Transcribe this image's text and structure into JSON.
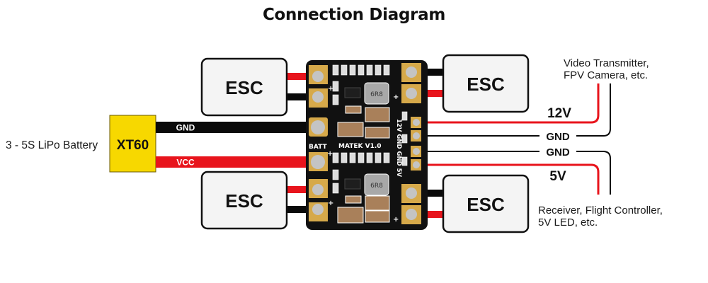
{
  "title": "Connection Diagram",
  "battery": {
    "label": "3 - 5S LiPo Battery",
    "connector": "XT60",
    "connector_color": "#f7d800",
    "wires": {
      "gnd": "GND",
      "vcc": "VCC"
    }
  },
  "board": {
    "name": "MATEK V1.0",
    "batt_label": "BATT",
    "output_pad_label": "12V GND GND 5V",
    "inductor_marking": "6R8"
  },
  "escs": [
    {
      "id": "top-left",
      "label": "ESC"
    },
    {
      "id": "bottom-left",
      "label": "ESC"
    },
    {
      "id": "top-right",
      "label": "ESC"
    },
    {
      "id": "bottom-right",
      "label": "ESC"
    }
  ],
  "outputs": {
    "v12": "12V",
    "gnd1": "GND",
    "gnd2": "GND",
    "v5": "5V"
  },
  "devices": {
    "top": [
      "Video Transmitter,",
      "FPV Camera, etc."
    ],
    "bottom": [
      "Receiver, Flight Controller,",
      "5V LED, etc."
    ]
  },
  "colors": {
    "red_wire": "#e8141c",
    "black_wire": "#0a0a0a",
    "pcb": "#111111",
    "pad_gold": "#d6a94a",
    "esc_fill": "#f4f4f4"
  }
}
